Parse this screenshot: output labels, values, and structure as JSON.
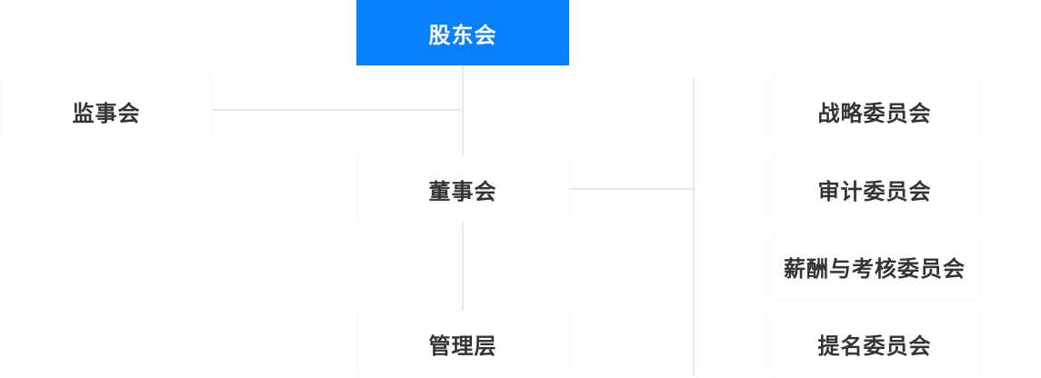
{
  "colors": {
    "root_node_bg": "#0880FC",
    "root_node_text": "#FFFFFF",
    "node_text": "#333333",
    "connector_line": "#E8E8E8",
    "background": "#FFFFFF"
  },
  "org_chart": {
    "root": {
      "label": "股东会"
    },
    "nodes": {
      "supervisory_board": {
        "label": "监事会"
      },
      "board_of_directors": {
        "label": "董事会"
      },
      "management": {
        "label": "管理层"
      },
      "strategy_committee": {
        "label": "战略委员会"
      },
      "audit_committee": {
        "label": "审计委员会"
      },
      "remuneration_committee": {
        "label": "薪酬与考核委员会"
      },
      "nomination_committee": {
        "label": "提名委员会"
      }
    },
    "edges": [
      {
        "from": "root",
        "to": "board_of_directors",
        "type": "vertical"
      },
      {
        "from": "root",
        "to": "supervisory_board",
        "type": "elbow"
      },
      {
        "from": "board_of_directors",
        "to": "management",
        "type": "vertical"
      },
      {
        "from": "board_of_directors",
        "to": "committee_trunk",
        "type": "horizontal"
      },
      {
        "from": "committee_trunk",
        "to": "committees",
        "type": "trunk"
      }
    ]
  }
}
